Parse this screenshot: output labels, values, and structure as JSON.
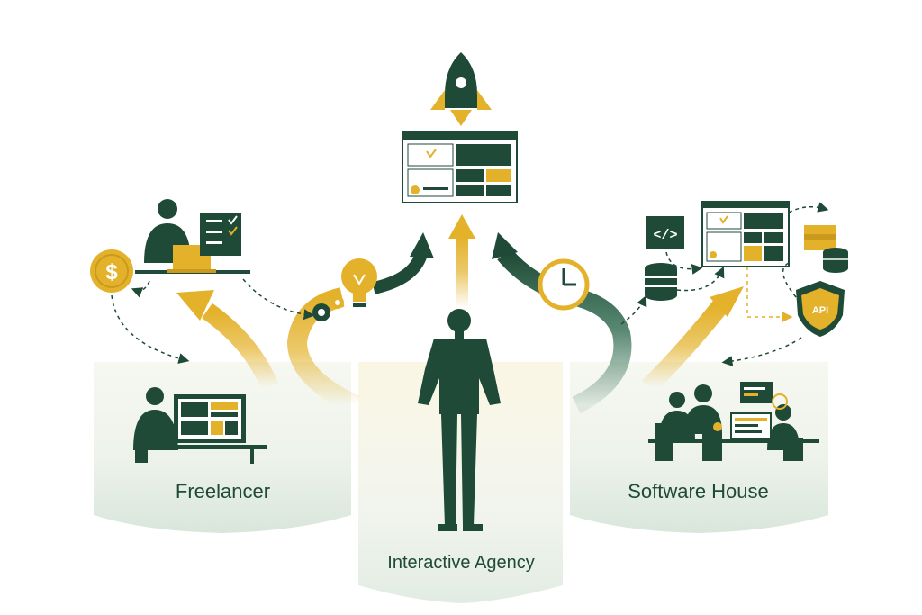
{
  "colors": {
    "dark_green": "#1f4a37",
    "mid_green": "#2e6a4d",
    "gold": "#e3b12a",
    "light_gold": "#f3d98a",
    "panel_bg": "#eef3ea",
    "white": "#ffffff"
  },
  "panels": {
    "freelancer": {
      "label": "Freelancer"
    },
    "agency": {
      "label": "Interactive Agency"
    },
    "software_house": {
      "label": "Software House"
    }
  },
  "badges": {
    "api": "API",
    "code": "</>",
    "dollar": "$"
  },
  "icons": [
    "rocket-icon",
    "website-mockup-icon",
    "lightbulb-icon",
    "gears-icon",
    "clock-icon",
    "dollar-coin-icon",
    "checklist-icon",
    "laptop-icon",
    "code-window-icon",
    "database-icon",
    "api-shield-icon",
    "coins-icon"
  ]
}
